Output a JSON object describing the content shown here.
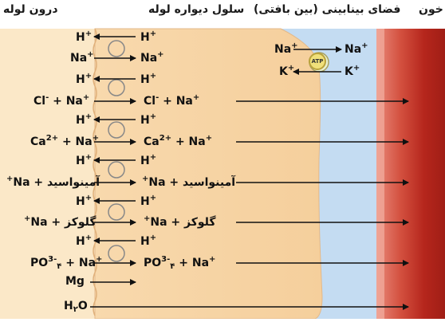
{
  "headers": {
    "lumen": "درون لوله",
    "cell": "سلول دیواره لوله",
    "interstitial": "فضای بینابینی (بین بافتی)",
    "blood": "خون"
  },
  "pump": {
    "na": "Na",
    "na_charge": "+",
    "k": "K",
    "k_charge": "+",
    "atp": "ATP"
  },
  "rows": [
    {
      "left": "H",
      "left_sup": "+",
      "right": "H",
      "right_sup": "+"
    },
    {
      "left": "Na",
      "left_sup": "+",
      "right": "Na",
      "right_sup": "+"
    },
    {
      "left": "H",
      "left_sup": "+",
      "right": "H",
      "right_sup": "+"
    },
    {
      "left_a": "Cl",
      "left_a_sup": "-",
      "left_b": " + Na",
      "left_b_sup": "+",
      "right_a": "Cl",
      "right_a_sup": "-",
      "right_b": " + Na",
      "right_b_sup": "+"
    },
    {
      "left": "H",
      "left_sup": "+",
      "right": "H",
      "right_sup": "+"
    },
    {
      "left_a": "Ca",
      "left_a_sup": "2+",
      "left_b": " + Na",
      "left_b_sup": "+",
      "right_a": "Ca",
      "right_a_sup": "2+",
      "right_b": " + Na",
      "right_b_sup": "+"
    },
    {
      "left": "H",
      "left_sup": "+",
      "right": "H",
      "right_sup": "+"
    },
    {
      "left": "آمینواسید + Na",
      "left_sup": "+",
      "right": "آمینواسید + Na",
      "right_sup": "+"
    },
    {
      "left": "H",
      "left_sup": "+",
      "right": "H",
      "right_sup": "+"
    },
    {
      "left": "گلوکز + Na",
      "left_sup": "+",
      "right": "گلوکز + Na",
      "right_sup": "+"
    },
    {
      "left": "H",
      "left_sup": "+",
      "right": "H",
      "right_sup": "+"
    },
    {
      "left_a": "PO",
      "left_a_sup": "3-",
      "left_a_sub": "۴",
      "left_b": " + Na",
      "left_b_sup": "+",
      "right_a": "PO",
      "right_a_sup": "3-",
      "right_a_sub": "۴",
      "right_b": " + Na",
      "right_b_sup": "+"
    },
    {
      "left": "Mg"
    },
    {
      "left": "H",
      "left_sub": "۲",
      "left_tail": "O"
    }
  ]
}
